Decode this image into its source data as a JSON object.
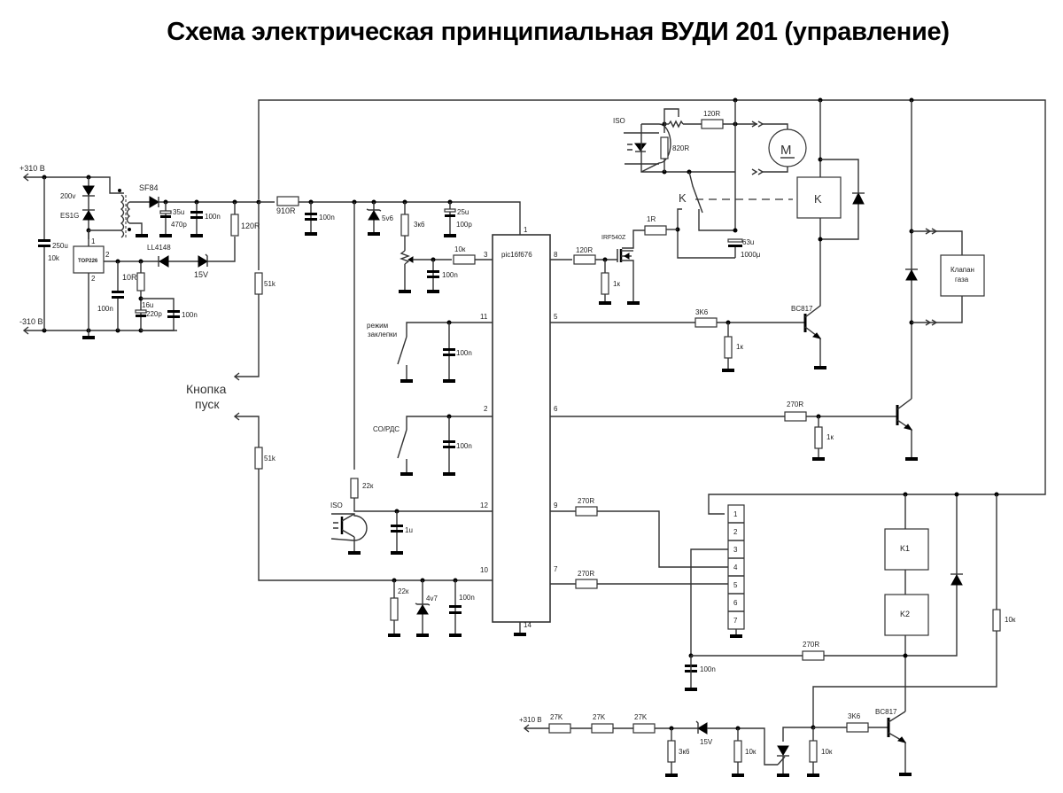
{
  "title": "Схема электрическая принципиальная ВУДИ 201 (управление)",
  "power": {
    "plus": "+310 В",
    "minus": "-310 В",
    "plus_bottom": "+310 В"
  },
  "psu": {
    "cap_input": [
      "250u",
      "10k"
    ],
    "tvs": "200v",
    "diode_es1g": "ES1G",
    "ic": "TOP226",
    "ic_pins": {
      "p1": "1",
      "p2": "2",
      "p3": "2"
    },
    "sf84": "SF84",
    "cap_out": [
      "35u",
      "470p"
    ],
    "cap_out2": "100n",
    "r120": "120R",
    "ll4148": "LL4148",
    "zener15": "15V",
    "r10": "10R",
    "cap_fb": "100n",
    "cap_el": [
      "16u",
      "220p"
    ],
    "cap_fb2": "100n"
  },
  "reg": {
    "r910": "910R",
    "c100n": "100n",
    "zener": "5v6",
    "r3k6": "3к6",
    "c25u": [
      "25u",
      "100p"
    ],
    "r10k": "10к",
    "c100n_b": "100n",
    "r51k_a": "51k",
    "r51k_b": "51k"
  },
  "mcu": {
    "name": "pic16f676",
    "pins": {
      "p1": "1",
      "p3": "3",
      "p11": "11",
      "p2": "2",
      "p12": "12",
      "p10": "10",
      "p14": "14",
      "p8": "8",
      "p5": "5",
      "p6": "6",
      "p9": "9",
      "p7": "7"
    }
  },
  "inputs": {
    "start_button": [
      "Кнопка",
      "пуск"
    ],
    "mode_switch": [
      "режим",
      "заклепки"
    ],
    "co_switch": "СО/РДС",
    "c_mode": "100n",
    "c_co": "100n",
    "iso": "ISO",
    "r22k": "22к",
    "c1u": "1u",
    "r22k_b": "22к",
    "zener_4v7": "4v7",
    "c100n": "100n"
  },
  "motor": {
    "iso": "ISO",
    "r820": "820R",
    "r120": "120R",
    "motor": "M",
    "relay_contact": "K",
    "r1": "1R",
    "mosfet": "IRF540Z",
    "r120_gate": "120R",
    "r1k": "1к",
    "cap": [
      "63u",
      "1000μ"
    ]
  },
  "relay": {
    "coil": "K",
    "r3k6": "3K6",
    "r1k": "1к",
    "transistor": "BC817",
    "valve": [
      "Клапан",
      "газа"
    ],
    "r270": "270R",
    "r1k_b": "1к"
  },
  "connector": {
    "pins": [
      "1",
      "2",
      "3",
      "4",
      "5",
      "6",
      "7"
    ],
    "r270_a": "270R",
    "r270_b": "270R",
    "c100n": "100n",
    "k1": "K1",
    "k2": "K2",
    "r270_c": "270R",
    "r10k": "10к"
  },
  "bottom": {
    "r27k": [
      "27K",
      "27K",
      "27K"
    ],
    "r3k6": "3к6",
    "zener15": "15V",
    "r10k_a": "10к",
    "r10k_b": "10к",
    "r3k6_b": "3K6",
    "transistor": "BC817"
  }
}
